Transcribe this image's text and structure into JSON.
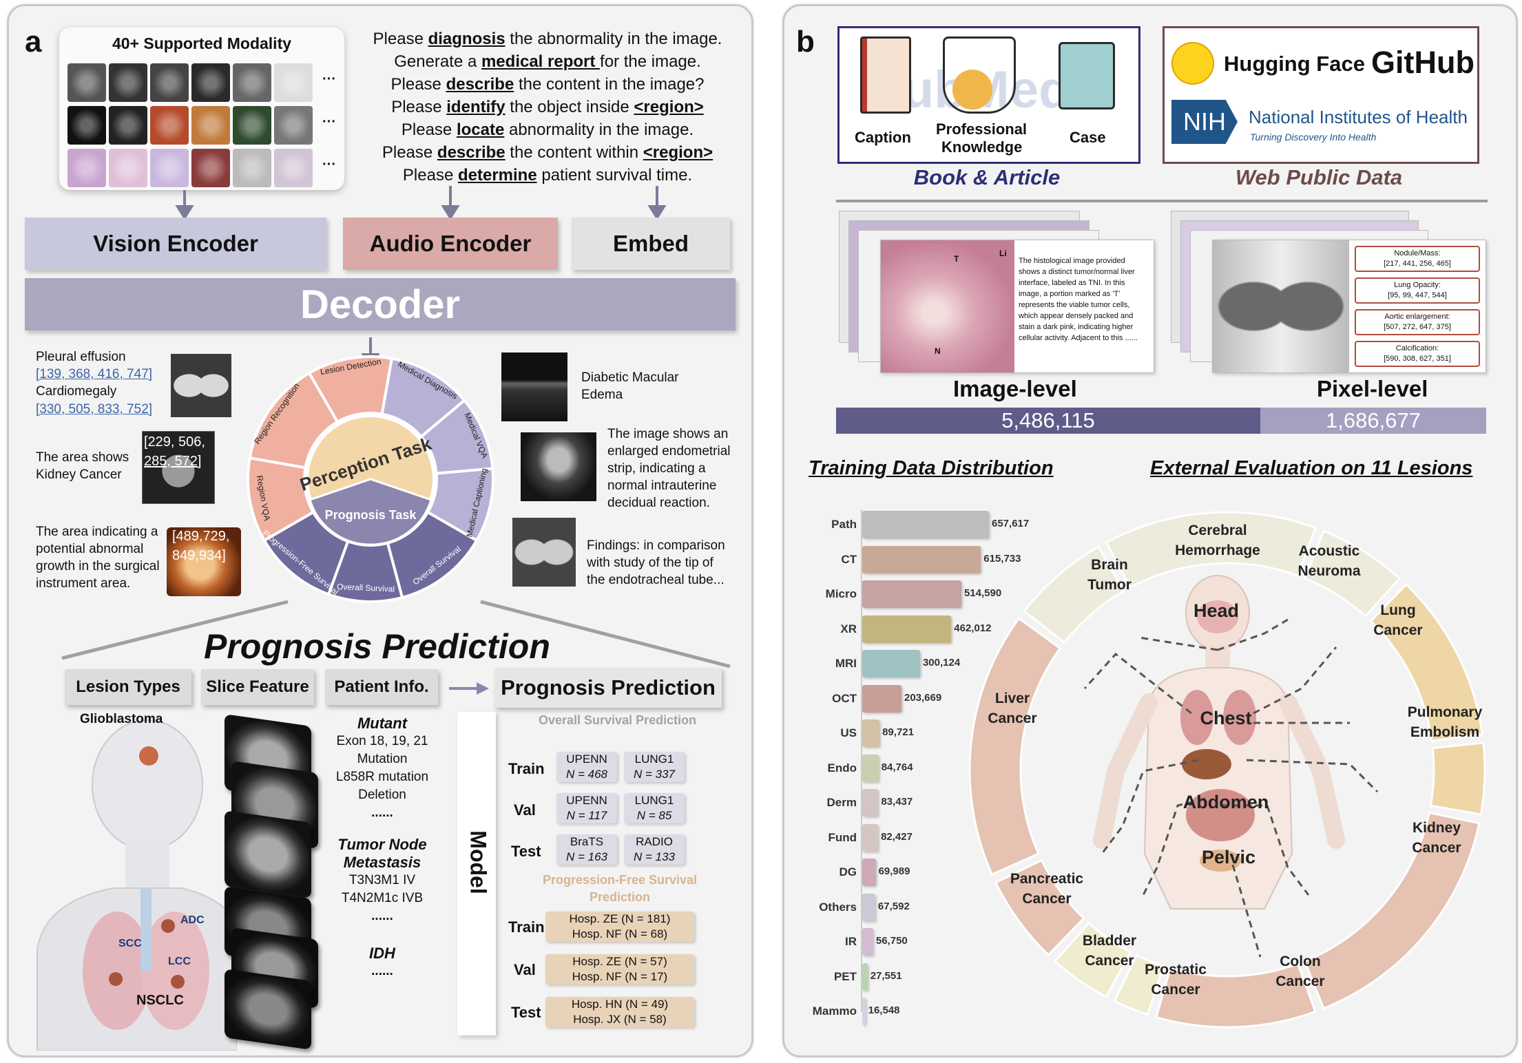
{
  "panel_a": {
    "label": "a",
    "modality_title": "40+ Supported Modality",
    "ellipsis": "···",
    "prompts": {
      "p1_pre": "Please ",
      "p1_kw": "diagnosis",
      "p1_post": " the abnormality in the image.",
      "p2_pre": "Generate a ",
      "p2_kw": "medical report ",
      "p2_post": "for the image.",
      "p3_pre": "Please ",
      "p3_kw": "describe",
      "p3_post": " the content in the image?",
      "p4_pre": "Please ",
      "p4_kw": "identify",
      "p4_post": " the object inside ",
      "p4_kw2": "<region>",
      "p5_pre": "Please ",
      "p5_kw": "locate",
      "p5_post": " abnormality in the image.",
      "p6_pre": "Please ",
      "p6_kw": "describe",
      "p6_post": " the content within ",
      "p6_kw2": "<region>",
      "p7_pre": "Please ",
      "p7_kw": "determine",
      "p7_post": " patient survival time."
    },
    "vision_encoder": "Vision Encoder",
    "audio_encoder": "Audio Encoder",
    "embed": "Embed",
    "decoder": "Decoder",
    "left_examples": {
      "e1_line1": "Pleural effusion",
      "e1_line2": "[139, 368, 416, 747]",
      "e1_line3": "Cardiomegaly",
      "e1_line4": "[330, 505, 833, 752]",
      "e2_line1": "The area shows",
      "e2_line2": "Kidney Cancer",
      "e2_box1": "[229, 506,",
      "e2_box2": "285, 572]",
      "e3_line1": "The area indicating a",
      "e3_line2": "potential abnormal",
      "e3_line3": "growth in the surgical",
      "e3_line4": "instrument area.",
      "e3_box1": "[489,729,",
      "e3_box2": "849,934]"
    },
    "right_examples": {
      "r1_line1": "Diabetic Macular",
      "r1_line2": "Edema",
      "r2_line1": "The image shows an",
      "r2_line2": "enlarged endometrial",
      "r2_line3": "strip, indicating a",
      "r2_line4": "normal intrauterine",
      "r2_line5": "decidual reaction.",
      "r3_line1": "Findings: in comparison",
      "r3_line2": "with study of the tip of",
      "r3_line3": "the endotracheal tube..."
    },
    "wheel": {
      "center_label": "Perception Task",
      "prognosis_label": "Prognosis Task",
      "segments": [
        "Lesion Detection",
        "Medical Diagnosis",
        "Medical VQA",
        "Medical Captioning",
        "Region VQA",
        "Region Recognition"
      ],
      "prognosis_segments": [
        "Progression-Free Survival",
        "Overall Survival",
        "Overall Survival"
      ]
    },
    "prognosis": {
      "title": "Prognosis Prediction",
      "headers": [
        "Lesion Types",
        "Slice Feature",
        "Patient Info."
      ],
      "output_header": "Prognosis Prediction",
      "glioblastoma": "Glioblastoma",
      "adc": "ADC",
      "scc": "SCC",
      "lcc": "LCC",
      "nsclc": "NSCLC",
      "mutant": "Mutant",
      "mutant_lines": [
        "Exon 18, 19, 21",
        "Mutation",
        "L858R mutation",
        "Deletion",
        "......"
      ],
      "tnm": "Tumor Node",
      "tnm2": "Metastasis",
      "tnm_lines": [
        "T3N3M1 IV",
        "T4N2M1c IVB",
        "......"
      ],
      "idh": "IDH",
      "idh_dots": "......",
      "model": "Model",
      "os_title": "Overall Survival Prediction",
      "pfs_title1": "Progression-Free Survival",
      "pfs_title2": "Prediction",
      "splits": [
        "Train",
        "Val",
        "Test",
        "Train",
        "Val",
        "Test"
      ],
      "os_cells": [
        {
          "name": "UPENN",
          "n": "N = 468"
        },
        {
          "name": "LUNG1",
          "n": "N = 337"
        },
        {
          "name": "UPENN",
          "n": "N = 117"
        },
        {
          "name": "LUNG1",
          "n": "N = 85"
        },
        {
          "name": "BraTS",
          "n": "N = 163"
        },
        {
          "name": "RADIO",
          "n": "N = 133"
        }
      ],
      "pfs_cells": [
        {
          "l1": "Hosp. ZE (N = 181)",
          "l2": "Hosp. NF (N = 68)"
        },
        {
          "l1": "Hosp. ZE (N = 57)",
          "l2": "Hosp. NF (N = 17)"
        },
        {
          "l1": "Hosp. HN (N = 49)",
          "l2": "Hosp. JX (N = 58)"
        }
      ]
    }
  },
  "panel_b": {
    "label": "b",
    "book_items": [
      "Caption",
      "Professional",
      "Knowledge",
      "Case"
    ],
    "pubmed_watermark": "PubMed",
    "book_title": "Book & Article",
    "web_title": "Web Public Data",
    "huggingface": "Hugging Face",
    "github": "GitHub",
    "nih": "NIH",
    "nih_name": "National Institutes of Health",
    "nih_tagline": "Turning Discovery Into Health",
    "img_text": "The histological image provided shows a distinct tumor/normal liver interface, labeled as TNI. In this image, a portion marked as 'T' represents the viable tumor cells, which appear densely packed and stain a dark pink, indicating higher cellular activity. Adjacent to this ......",
    "histo_labels": [
      "T",
      "Li",
      "N"
    ],
    "pixel_boxes": [
      {
        "l1": "Nodule/Mass:",
        "l2": "[217, 441, 256, 465]"
      },
      {
        "l1": "Lung Opacity:",
        "l2": "[95, 99, 447, 544]"
      },
      {
        "l1": "Aortic enlargement:",
        "l2": "[507, 272, 647, 375]"
      },
      {
        "l1": "Calcification:",
        "l2": "[590, 308, 627, 351]"
      }
    ],
    "image_level": "Image-level",
    "pixel_level": "Pixel-level",
    "image_count": "5,486,115",
    "pixel_count": "1,686,677",
    "dist_title": "Training Data Distribution",
    "eval_title": "External Evaluation on 11 Lesions",
    "body_labels": [
      "Head",
      "Chest",
      "Abdomen",
      "Pelvic"
    ],
    "lesions": [
      {
        "l1": "Cerebral",
        "l2": "Hemorrhage"
      },
      {
        "l1": "Brain",
        "l2": "Tumor"
      },
      {
        "l1": "Acoustic",
        "l2": "Neuroma"
      },
      {
        "l1": "Lung",
        "l2": "Cancer"
      },
      {
        "l1": "Pulmonary",
        "l2": "Embolism"
      },
      {
        "l1": "Kidney",
        "l2": "Cancer"
      },
      {
        "l1": "Colon",
        "l2": "Cancer"
      },
      {
        "l1": "Prostatic",
        "l2": "Cancer"
      },
      {
        "l1": "Bladder",
        "l2": "Cancer"
      },
      {
        "l1": "Pancreatic",
        "l2": "Cancer"
      },
      {
        "l1": "Liver",
        "l2": "Cancer"
      }
    ]
  },
  "chart_data": {
    "type": "bar",
    "orientation": "horizontal",
    "title": "Training Data Distribution",
    "categories": [
      "Path",
      "CT",
      "Micro",
      "XR",
      "MRI",
      "OCT",
      "US",
      "Endo",
      "Derm",
      "Fund",
      "DG",
      "Others",
      "IR",
      "PET",
      "Mammo"
    ],
    "values": [
      657617,
      615733,
      514590,
      462012,
      300124,
      203669,
      89721,
      84764,
      83437,
      82427,
      69989,
      67592,
      56750,
      27551,
      16548
    ],
    "labels": [
      "657,617",
      "615,733",
      "514,590",
      "462,012",
      "300,124",
      "203,669",
      "89,721",
      "84,764",
      "83,437",
      "82,427",
      "69,989",
      "67,592",
      "56,750",
      "27,551",
      "16,548"
    ],
    "colors": [
      "#bdbdbd",
      "#c9a995",
      "#c4a3a1",
      "#c3b57f",
      "#9fc2c3",
      "#c79e98",
      "#d3c2a8",
      "#c8d0b0",
      "#d4c4c3",
      "#d6c6c2",
      "#cfa9b8",
      "#c9c9d7",
      "#d3bcd1",
      "#b7d6b0",
      "#cfd4e6"
    ]
  }
}
